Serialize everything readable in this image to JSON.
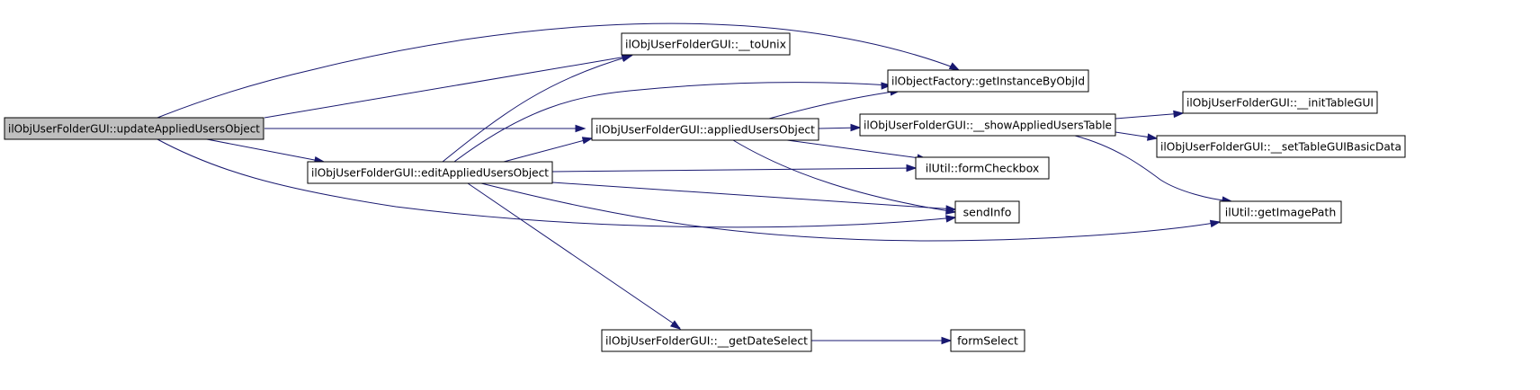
{
  "nodes": [
    {
      "id": "updateApplied",
      "label": "ilObjUserFolderGUI::updateAppliedUsersObject",
      "highlighted": true
    },
    {
      "id": "editApplied",
      "label": "ilObjUserFolderGUI::editAppliedUsersObject",
      "highlighted": false
    },
    {
      "id": "toUnix",
      "label": "ilObjUserFolderGUI::__toUnix",
      "highlighted": false
    },
    {
      "id": "appliedUsers",
      "label": "ilObjUserFolderGUI::appliedUsersObject",
      "highlighted": false
    },
    {
      "id": "getDateSelect",
      "label": "ilObjUserFolderGUI::__getDateSelect",
      "highlighted": false
    },
    {
      "id": "getInstance",
      "label": "ilObjectFactory::getInstanceByObjId",
      "highlighted": false
    },
    {
      "id": "showTable",
      "label": "ilObjUserFolderGUI::__showAppliedUsersTable",
      "highlighted": false
    },
    {
      "id": "formCheckbox",
      "label": "ilUtil::formCheckbox",
      "highlighted": false
    },
    {
      "id": "sendInfo",
      "label": "sendInfo",
      "highlighted": false
    },
    {
      "id": "formSelect",
      "label": "formSelect",
      "highlighted": false
    },
    {
      "id": "initTable",
      "label": "ilObjUserFolderGUI::__initTableGUI",
      "highlighted": false
    },
    {
      "id": "setTable",
      "label": "ilObjUserFolderGUI::__setTableGUIBasicData",
      "highlighted": false
    },
    {
      "id": "getImagePath",
      "label": "ilUtil::getImagePath",
      "highlighted": false
    }
  ],
  "edges": [
    {
      "from": "updateApplied",
      "to": "getInstance"
    },
    {
      "from": "updateApplied",
      "to": "toUnix"
    },
    {
      "from": "updateApplied",
      "to": "appliedUsers"
    },
    {
      "from": "updateApplied",
      "to": "editApplied"
    },
    {
      "from": "updateApplied",
      "to": "sendInfo"
    },
    {
      "from": "editApplied",
      "to": "toUnix"
    },
    {
      "from": "editApplied",
      "to": "getInstance"
    },
    {
      "from": "editApplied",
      "to": "appliedUsers"
    },
    {
      "from": "editApplied",
      "to": "formCheckbox"
    },
    {
      "from": "editApplied",
      "to": "sendInfo"
    },
    {
      "from": "editApplied",
      "to": "getImagePath"
    },
    {
      "from": "editApplied",
      "to": "getDateSelect"
    },
    {
      "from": "appliedUsers",
      "to": "getInstance"
    },
    {
      "from": "appliedUsers",
      "to": "showTable"
    },
    {
      "from": "appliedUsers",
      "to": "formCheckbox"
    },
    {
      "from": "appliedUsers",
      "to": "sendInfo"
    },
    {
      "from": "showTable",
      "to": "initTable"
    },
    {
      "from": "showTable",
      "to": "setTable"
    },
    {
      "from": "showTable",
      "to": "getImagePath"
    },
    {
      "from": "getDateSelect",
      "to": "formSelect"
    }
  ],
  "colors": {
    "edge": "#191970",
    "node_fill": "#ffffff",
    "highlight_fill": "#bfbfbf",
    "border": "#000000"
  }
}
